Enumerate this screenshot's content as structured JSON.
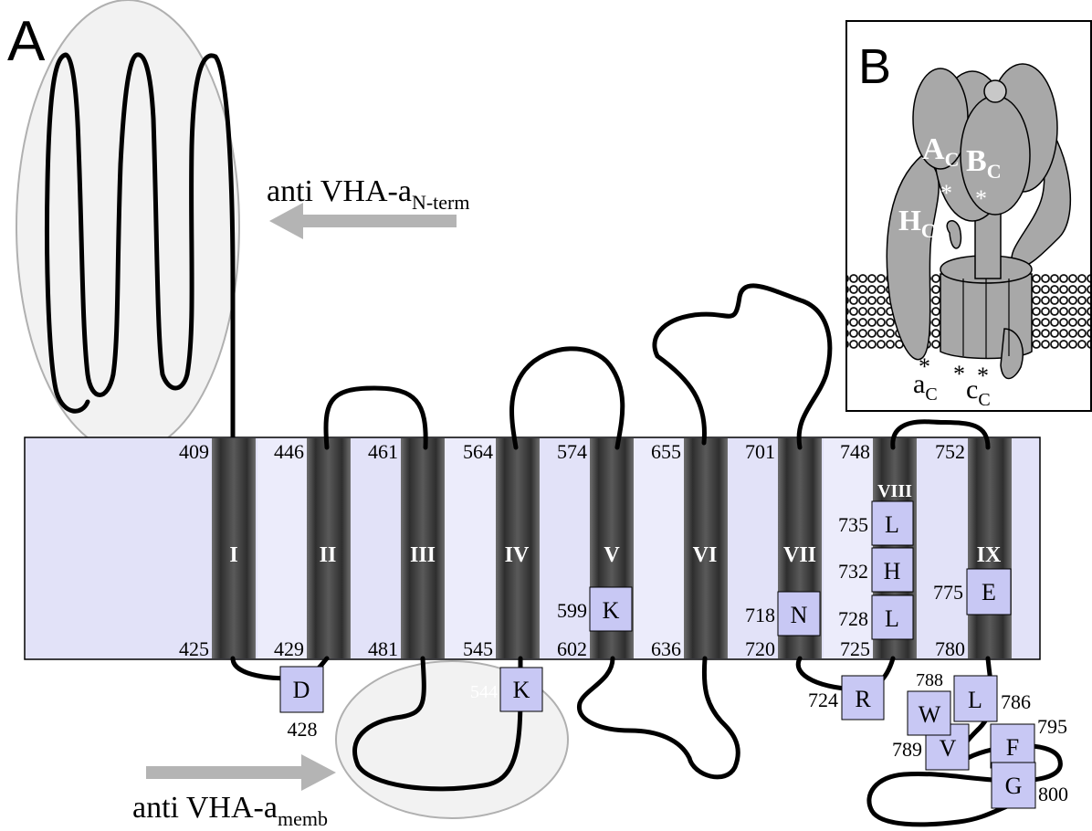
{
  "panels": {
    "a_label": "A",
    "b_label": "B"
  },
  "antibodies": {
    "nterm": {
      "main": "anti VHA-a",
      "sub": "N-term"
    },
    "memb": {
      "main": "anti VHA-a",
      "sub": "memb"
    }
  },
  "helices": [
    {
      "roman": "I",
      "top_num": "409",
      "bottom_num": "425"
    },
    {
      "roman": "II",
      "top_num": "446",
      "bottom_num": "429"
    },
    {
      "roman": "III",
      "top_num": "461",
      "bottom_num": "481"
    },
    {
      "roman": "IV",
      "top_num": "564",
      "bottom_num": "545"
    },
    {
      "roman": "V",
      "top_num": "574",
      "bottom_num": "602"
    },
    {
      "roman": "VI",
      "top_num": "655",
      "bottom_num": "636"
    },
    {
      "roman": "VII",
      "top_num": "701",
      "bottom_num": "720"
    },
    {
      "roman": "VIII",
      "top_num": "748",
      "bottom_num": "725"
    },
    {
      "roman": "IX",
      "top_num": "752",
      "bottom_num": "780"
    }
  ],
  "residues": [
    {
      "letter": "D",
      "number": "428"
    },
    {
      "letter": "K",
      "number": "544"
    },
    {
      "letter": "K",
      "number": "599"
    },
    {
      "letter": "N",
      "number": "718"
    },
    {
      "letter": "L",
      "number": "735"
    },
    {
      "letter": "H",
      "number": "732"
    },
    {
      "letter": "L",
      "number": "728"
    },
    {
      "letter": "E",
      "number": "775"
    },
    {
      "letter": "R",
      "number": "724"
    },
    {
      "letter": "W",
      "number": "788"
    },
    {
      "letter": "L",
      "number": "786"
    },
    {
      "letter": "V",
      "number": "789"
    },
    {
      "letter": "F",
      "number": "795"
    },
    {
      "letter": "G",
      "number": "800"
    }
  ],
  "complex": {
    "a_main": "A",
    "a_sub": "C",
    "b_main": "B",
    "b_sub": "C",
    "h_main": "H",
    "h_sub": "C",
    "a2_main": "a",
    "a2_sub": "C",
    "c_main": "c",
    "c_sub": "C",
    "star": "*"
  },
  "colors": {
    "membrane": "#e2e2f8",
    "helix_dark": "#3a3a3a",
    "residue_fill": "#c8c8f4",
    "ellipse_fill": "#f2f2f2",
    "arrow_gray": "#b4b4b4",
    "complex_gray": "#a8a8a8"
  }
}
